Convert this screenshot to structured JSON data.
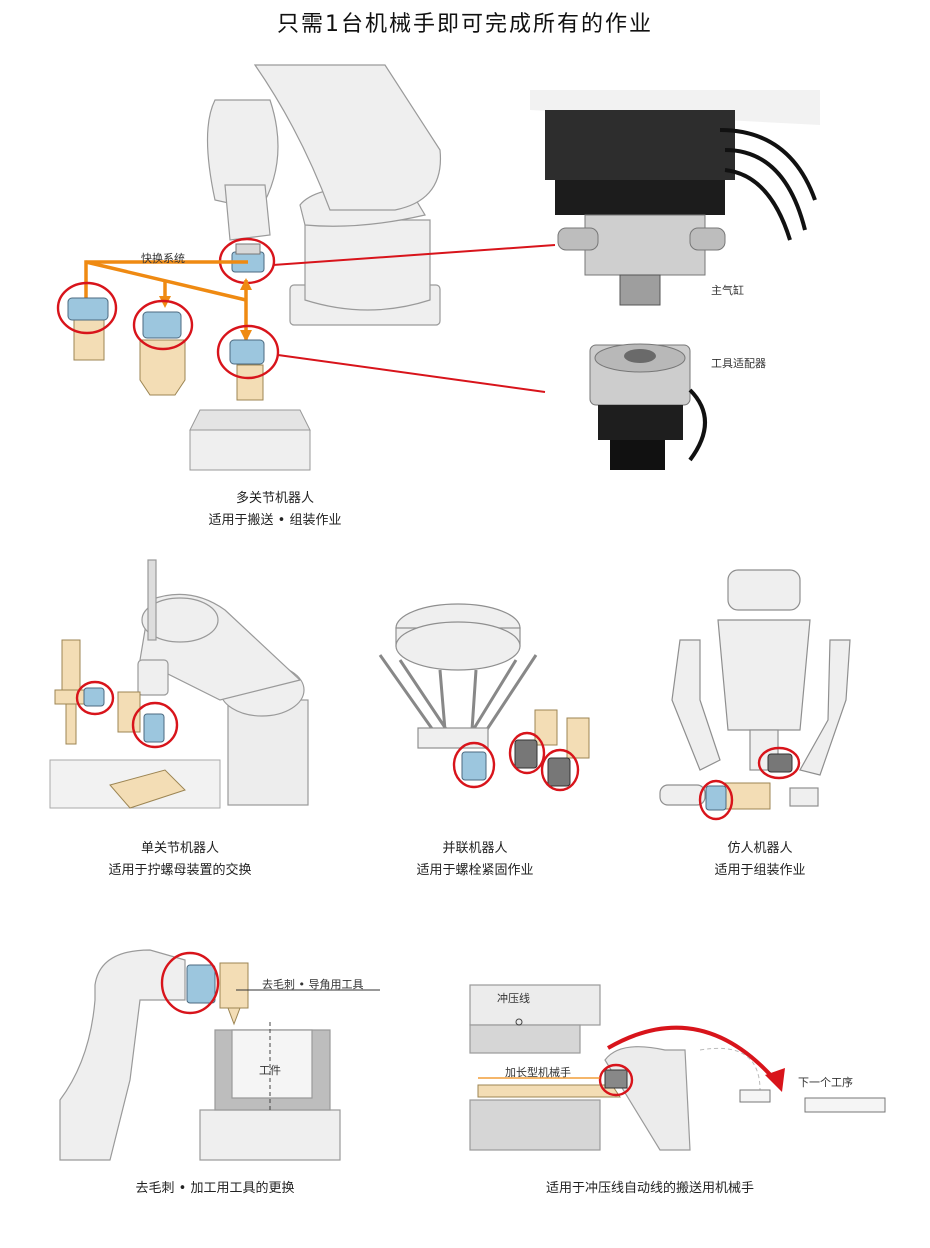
{
  "title": "只需1台机械手即可完成所有的作业",
  "section_top": {
    "quick_change_label": "快换系统",
    "main_cylinder_label": "主气缸",
    "tool_adapter_label": "工具适配器",
    "caption_line1": "多关节机器人",
    "caption_line2": "适用于搬送 • 组装作业"
  },
  "section_middle": {
    "scara": {
      "line1": "单关节机器人",
      "line2": "适用于拧螺母装置的交换"
    },
    "parallel": {
      "line1": "并联机器人",
      "line2": "适用于螺栓紧固作业"
    },
    "humanoid": {
      "line1": "仿人机器人",
      "line2": "适用于组装作业"
    }
  },
  "section_bottom": {
    "deburr": {
      "tool_label": "去毛刺 • 导角用工具",
      "workpiece_label": "工件",
      "caption": "去毛刺 • 加工用工具的更换"
    },
    "press": {
      "press_line_label": "冲压线",
      "long_arm_label": "加长型机械手",
      "next_process_label": "下一个工序",
      "caption": "适用于冲压线自动线的搬送用机械手"
    }
  },
  "colors": {
    "highlight": "#d8141b",
    "arrow": "#ef8a12",
    "robot": "#e9e9e9",
    "tool": "#f3ddb5",
    "coupler": "#9cc6de"
  }
}
